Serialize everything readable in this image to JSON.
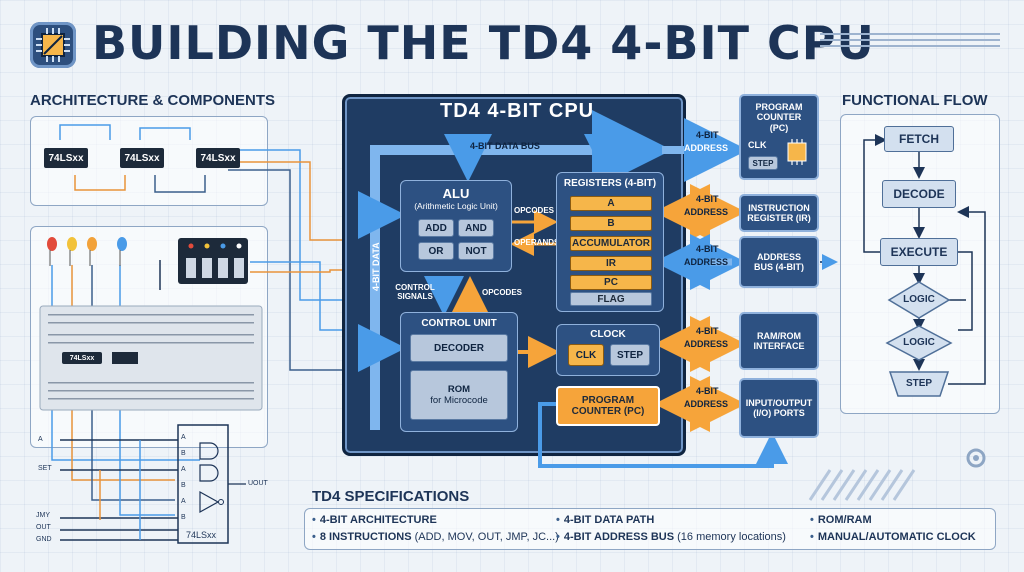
{
  "title": "BUILDING THE TD4 4-BIT CPU",
  "sections": {
    "architecture": "ARCHITECTURE & COMPONENTS",
    "flow": "FUNCTIONAL FLOW",
    "specs": "TD4 SPECIFICATIONS"
  },
  "components": {
    "chips": [
      "74LSxx",
      "74LSxx",
      "74LSxx"
    ],
    "breadboard_chip": "74LSxx",
    "logic_chip": "74LSxx",
    "pins_left": [
      "A",
      "SET",
      "JMY",
      "OUT",
      "GND"
    ],
    "pins_gate": [
      "A",
      "B",
      "A",
      "B",
      "A",
      "B"
    ],
    "gate_out": "UOUT"
  },
  "cpu": {
    "title": "TD4 4-BIT CPU",
    "data_bus": "4-BIT DATA BUS",
    "data_vertical": "4-BIT DATA",
    "alu": {
      "title": "ALU",
      "subtitle": "(Arithmetic Logic Unit)",
      "ops": [
        "ADD",
        "AND",
        "OR",
        "NOT"
      ]
    },
    "opcodes": "OPCODES",
    "operands": "OPERANDS",
    "control_signals": "CONTROL SIGNALS",
    "opcodes2": "OPCODES",
    "registers": {
      "title": "REGISTERS (4-BIT)",
      "items": [
        "A",
        "B",
        "ACCUMULATOR",
        "IR",
        "PC",
        "FLAG"
      ]
    },
    "control_unit": {
      "title": "CONTROL UNIT",
      "decoder": "DECODER",
      "rom_line1": "ROM",
      "rom_line2": "for Microcode"
    },
    "clock": {
      "title": "CLOCK",
      "clk": "CLK",
      "step": "STEP"
    },
    "pc": {
      "line1": "PROGRAM",
      "line2": "COUNTER (PC)"
    }
  },
  "connections": [
    {
      "top": "4-BIT",
      "bottom": "ADDRESS"
    },
    {
      "top": "4-BIT",
      "bottom": "ADDRESS"
    },
    {
      "top": "4-BIT",
      "bottom": "ADDRESS"
    },
    {
      "top": "4-BIT",
      "bottom": "ADDRESS"
    },
    {
      "top": "4-BIT",
      "bottom": "ADDRESS"
    }
  ],
  "right_boxes": {
    "pc": {
      "line1": "PROGRAM",
      "line2": "COUNTER",
      "line3": "(PC)",
      "clk": "CLK",
      "step": "STEP"
    },
    "ir": {
      "line1": "INSTRUCTION",
      "line2": "REGISTER (IR)"
    },
    "addr": {
      "line1": "ADDRESS",
      "line2": "BUS (4-BIT)"
    },
    "ram": {
      "line1": "RAM/ROM",
      "line2": "INTERFACE"
    },
    "io": {
      "line1": "INPUT/OUTPUT",
      "line2": "(I/O) PORTS"
    }
  },
  "flow": {
    "fetch": "FETCH",
    "decode": "DECODE",
    "execute": "EXECUTE",
    "logic1": "LOGIC",
    "logic2": "LOGIC",
    "step": "STEP"
  },
  "specs": {
    "col1": [
      "4-BIT ARCHITECTURE",
      "8 INSTRUCTIONS"
    ],
    "col1_detail": "(ADD, MOV, OUT, JMP, JC...)",
    "col2": [
      "4-BIT DATA PATH",
      "4-BIT ADDRESS BUS"
    ],
    "col2_detail": "(16 memory locations)",
    "col3": [
      "ROM/RAM",
      "MANUAL/AUTOMATIC CLOCK"
    ]
  },
  "colors": {
    "navy": "#1f3c63",
    "accent_orange": "#f6b64a",
    "accent_blue": "#4a9be8"
  }
}
